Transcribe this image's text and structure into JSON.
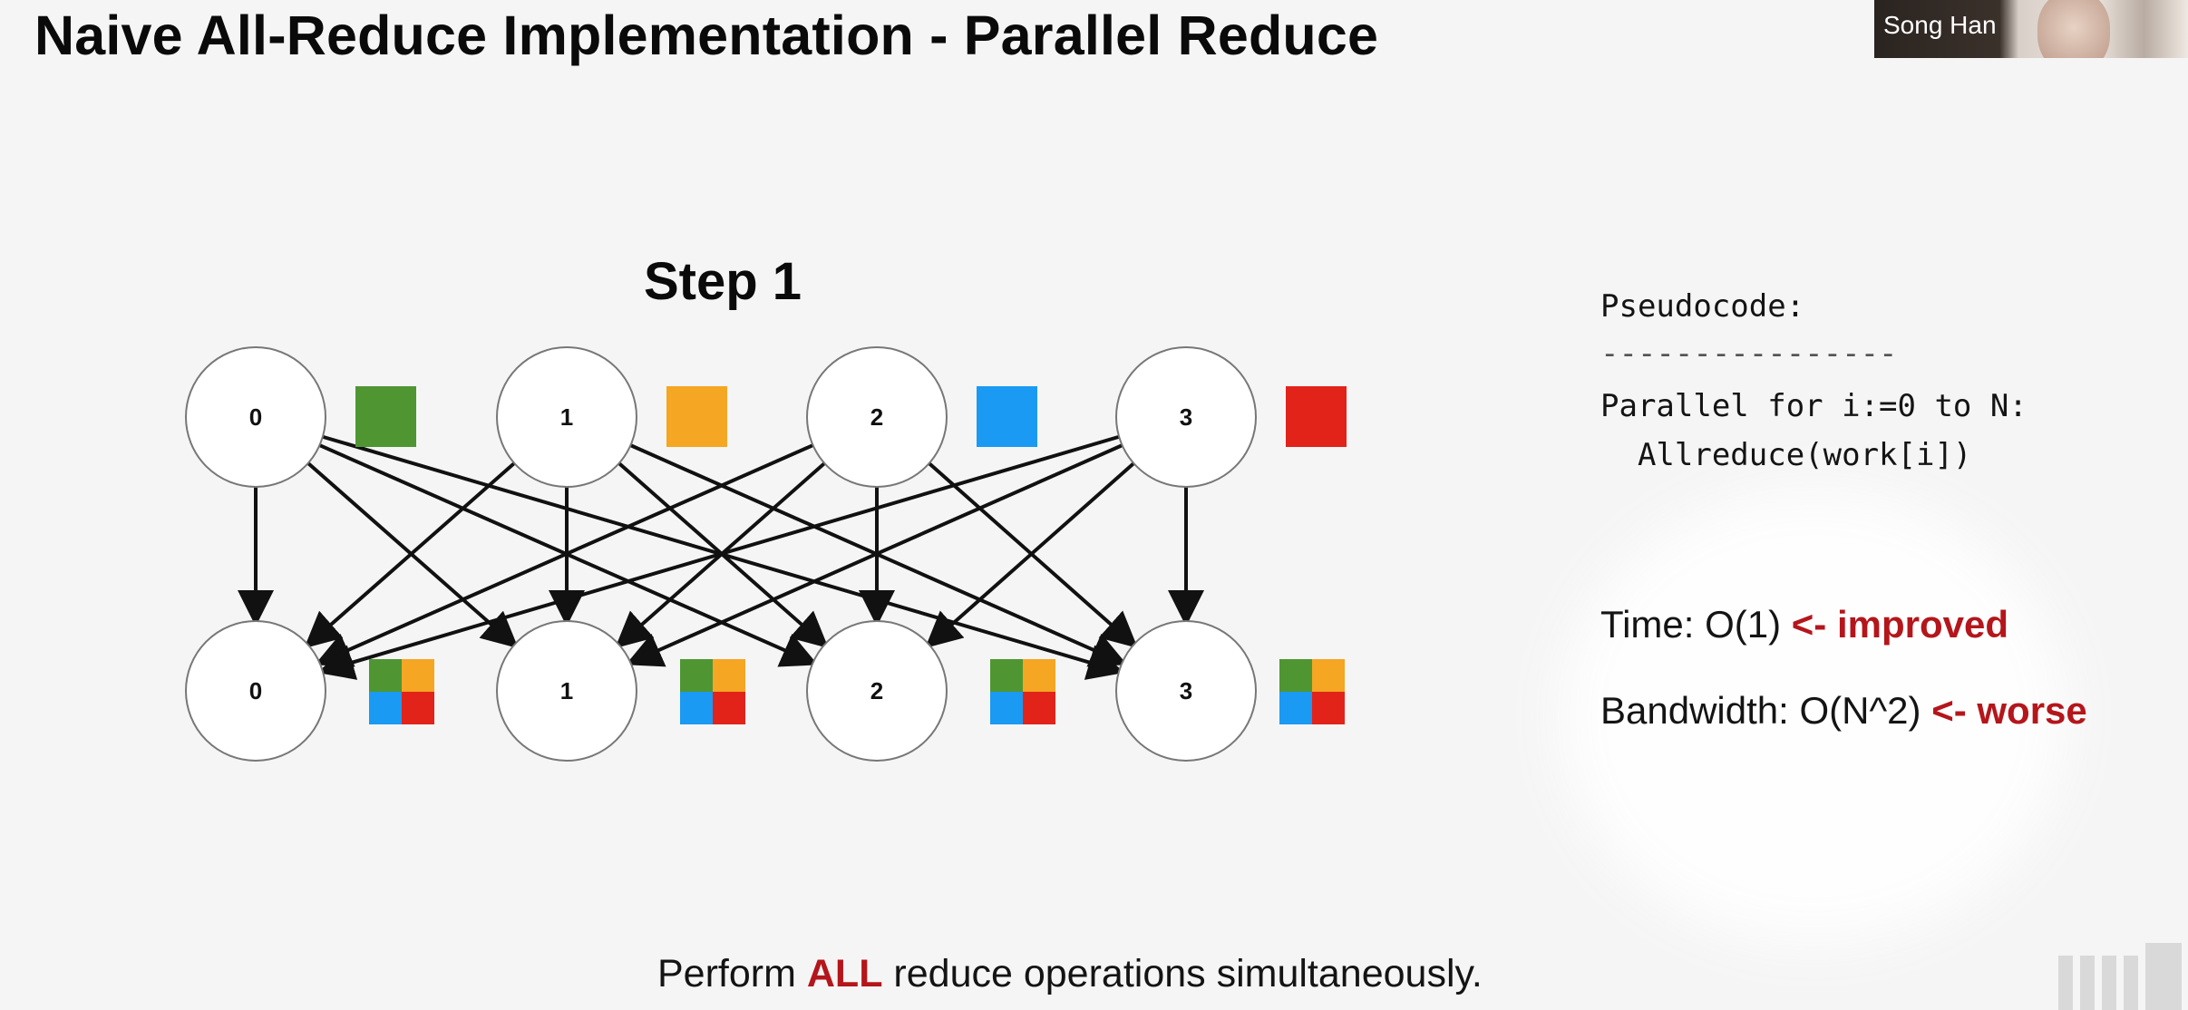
{
  "slide": {
    "title": "Naive All-Reduce Implementation - Parallel Reduce",
    "step_label": "Step 1",
    "presenter_name": "Song Han",
    "colors": {
      "accent": "#b4161b",
      "green": "#4f9632",
      "orange": "#f5a623",
      "blue": "#1a9af2",
      "red": "#e2231a"
    }
  },
  "diagram": {
    "top_nodes": [
      {
        "label": "0",
        "color": "#4f9632"
      },
      {
        "label": "1",
        "color": "#f5a623"
      },
      {
        "label": "2",
        "color": "#1a9af2"
      },
      {
        "label": "3",
        "color": "#e2231a"
      }
    ],
    "bottom_nodes": [
      {
        "label": "0"
      },
      {
        "label": "1"
      },
      {
        "label": "2"
      },
      {
        "label": "3"
      }
    ],
    "edges": "all-to-all"
  },
  "pseudocode": {
    "heading": "Pseudocode:",
    "rule": "----------------",
    "line1": "Parallel for i:=0 to N:",
    "line2": "  Allreduce(work[i])"
  },
  "metrics": {
    "time_text": "Time: O(1) ",
    "time_note": "<- improved",
    "bandwidth_text": "Bandwidth: O(N^2) ",
    "bandwidth_note": "<- worse"
  },
  "footer": {
    "prefix": "Perform ",
    "emphasis": "ALL",
    "suffix": " reduce operations simultaneously."
  }
}
